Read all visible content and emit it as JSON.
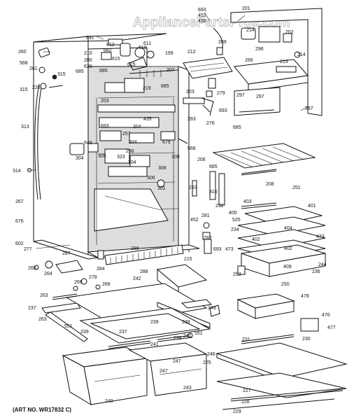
{
  "watermark": "AppliancePartsPros.com",
  "art_number": "(ART NO. WR17832 C)",
  "part_labels": [
    "691",
    "693",
    "452",
    "450",
    "201",
    "202",
    "214",
    "296",
    "214",
    "209",
    "212",
    "199",
    "610",
    "611",
    "615",
    "615",
    "612",
    "682",
    "685",
    "210",
    "280",
    "620",
    "207",
    "260",
    "568",
    "261",
    "315",
    "315",
    "226",
    "685",
    "219",
    "685",
    "266",
    "213",
    "297",
    "297",
    "297",
    "685",
    "279",
    "693",
    "276",
    "203",
    "203",
    "283",
    "435",
    "693",
    "204",
    "257",
    "256",
    "323",
    "204",
    "679",
    "648",
    "304",
    "305",
    "304",
    "306",
    "568",
    "300",
    "301",
    "308",
    "206",
    "685",
    "233",
    "310",
    "232",
    "208",
    "251",
    "403",
    "401",
    "281",
    "525",
    "452",
    "400",
    "404",
    "402",
    "402",
    "473",
    "473",
    "234",
    "282",
    "693",
    "244",
    "409",
    "236",
    "250",
    "253",
    "478",
    "476",
    "477",
    "215",
    "288",
    "288",
    "284",
    "287",
    "264",
    "265",
    "278",
    "269",
    "268",
    "242",
    "263",
    "237",
    "263",
    "551",
    "239",
    "239",
    "237",
    "239",
    "551",
    "241",
    "241",
    "238",
    "249",
    "246",
    "231",
    "230",
    "225",
    "247",
    "247",
    "240",
    "243",
    "227",
    "228",
    "229",
    "313",
    "314",
    "267",
    "676",
    "602",
    "277"
  ]
}
